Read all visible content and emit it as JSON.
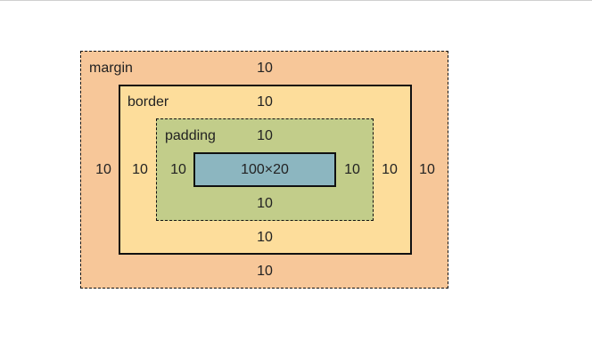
{
  "diagram": {
    "margin": {
      "label": "margin",
      "top": "10",
      "bottom": "10",
      "left": "10",
      "right": "10"
    },
    "border": {
      "label": "border",
      "top": "10",
      "bottom": "10",
      "left": "10",
      "right": "10"
    },
    "padding": {
      "label": "padding",
      "top": "10",
      "bottom": "10",
      "left": "10",
      "right": "10"
    },
    "content": {
      "label": "100×20"
    },
    "colors": {
      "margin": "#f7c799",
      "border": "#fddd9b",
      "padding": "#c2cd8a",
      "content": "#8cb6c0",
      "outline": "#111111"
    }
  }
}
